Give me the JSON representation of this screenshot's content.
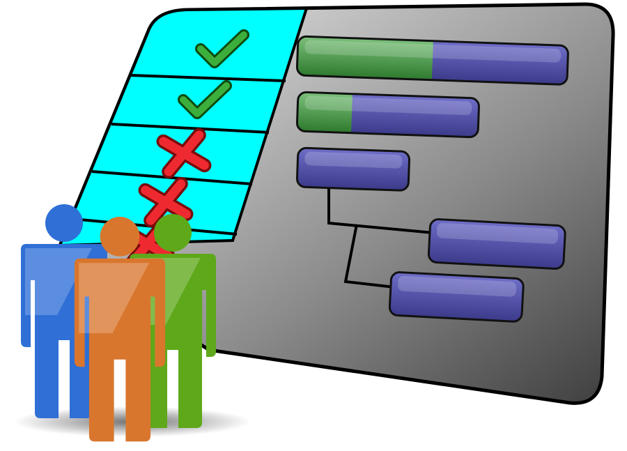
{
  "illustration": {
    "subject": "project-planning-gantt",
    "checklist": [
      {
        "status": "done",
        "icon": "checkmark-icon"
      },
      {
        "status": "done",
        "icon": "checkmark-icon"
      },
      {
        "status": "failed",
        "icon": "cross-icon"
      },
      {
        "status": "failed",
        "icon": "cross-icon"
      },
      {
        "status": "failed",
        "icon": "cross-icon"
      }
    ],
    "gantt_tasks": [
      {
        "progress": 0.5
      },
      {
        "progress": 0.3
      },
      {
        "progress": 0
      },
      {
        "progress": 0
      },
      {
        "progress": 0
      }
    ],
    "people": [
      {
        "color": "#2f6fd6"
      },
      {
        "color": "#5ea81a"
      },
      {
        "color": "#d9762e"
      }
    ],
    "colors": {
      "checklist_bg": "#00ffff",
      "panel_gray_light": "#e6e6e6",
      "panel_gray_dark": "#4d4d4d",
      "bar_blue": "#4b4aa0",
      "bar_green": "#3a8a3a",
      "check_green": "#2e9a2e",
      "cross_red": "#e0202a"
    }
  }
}
